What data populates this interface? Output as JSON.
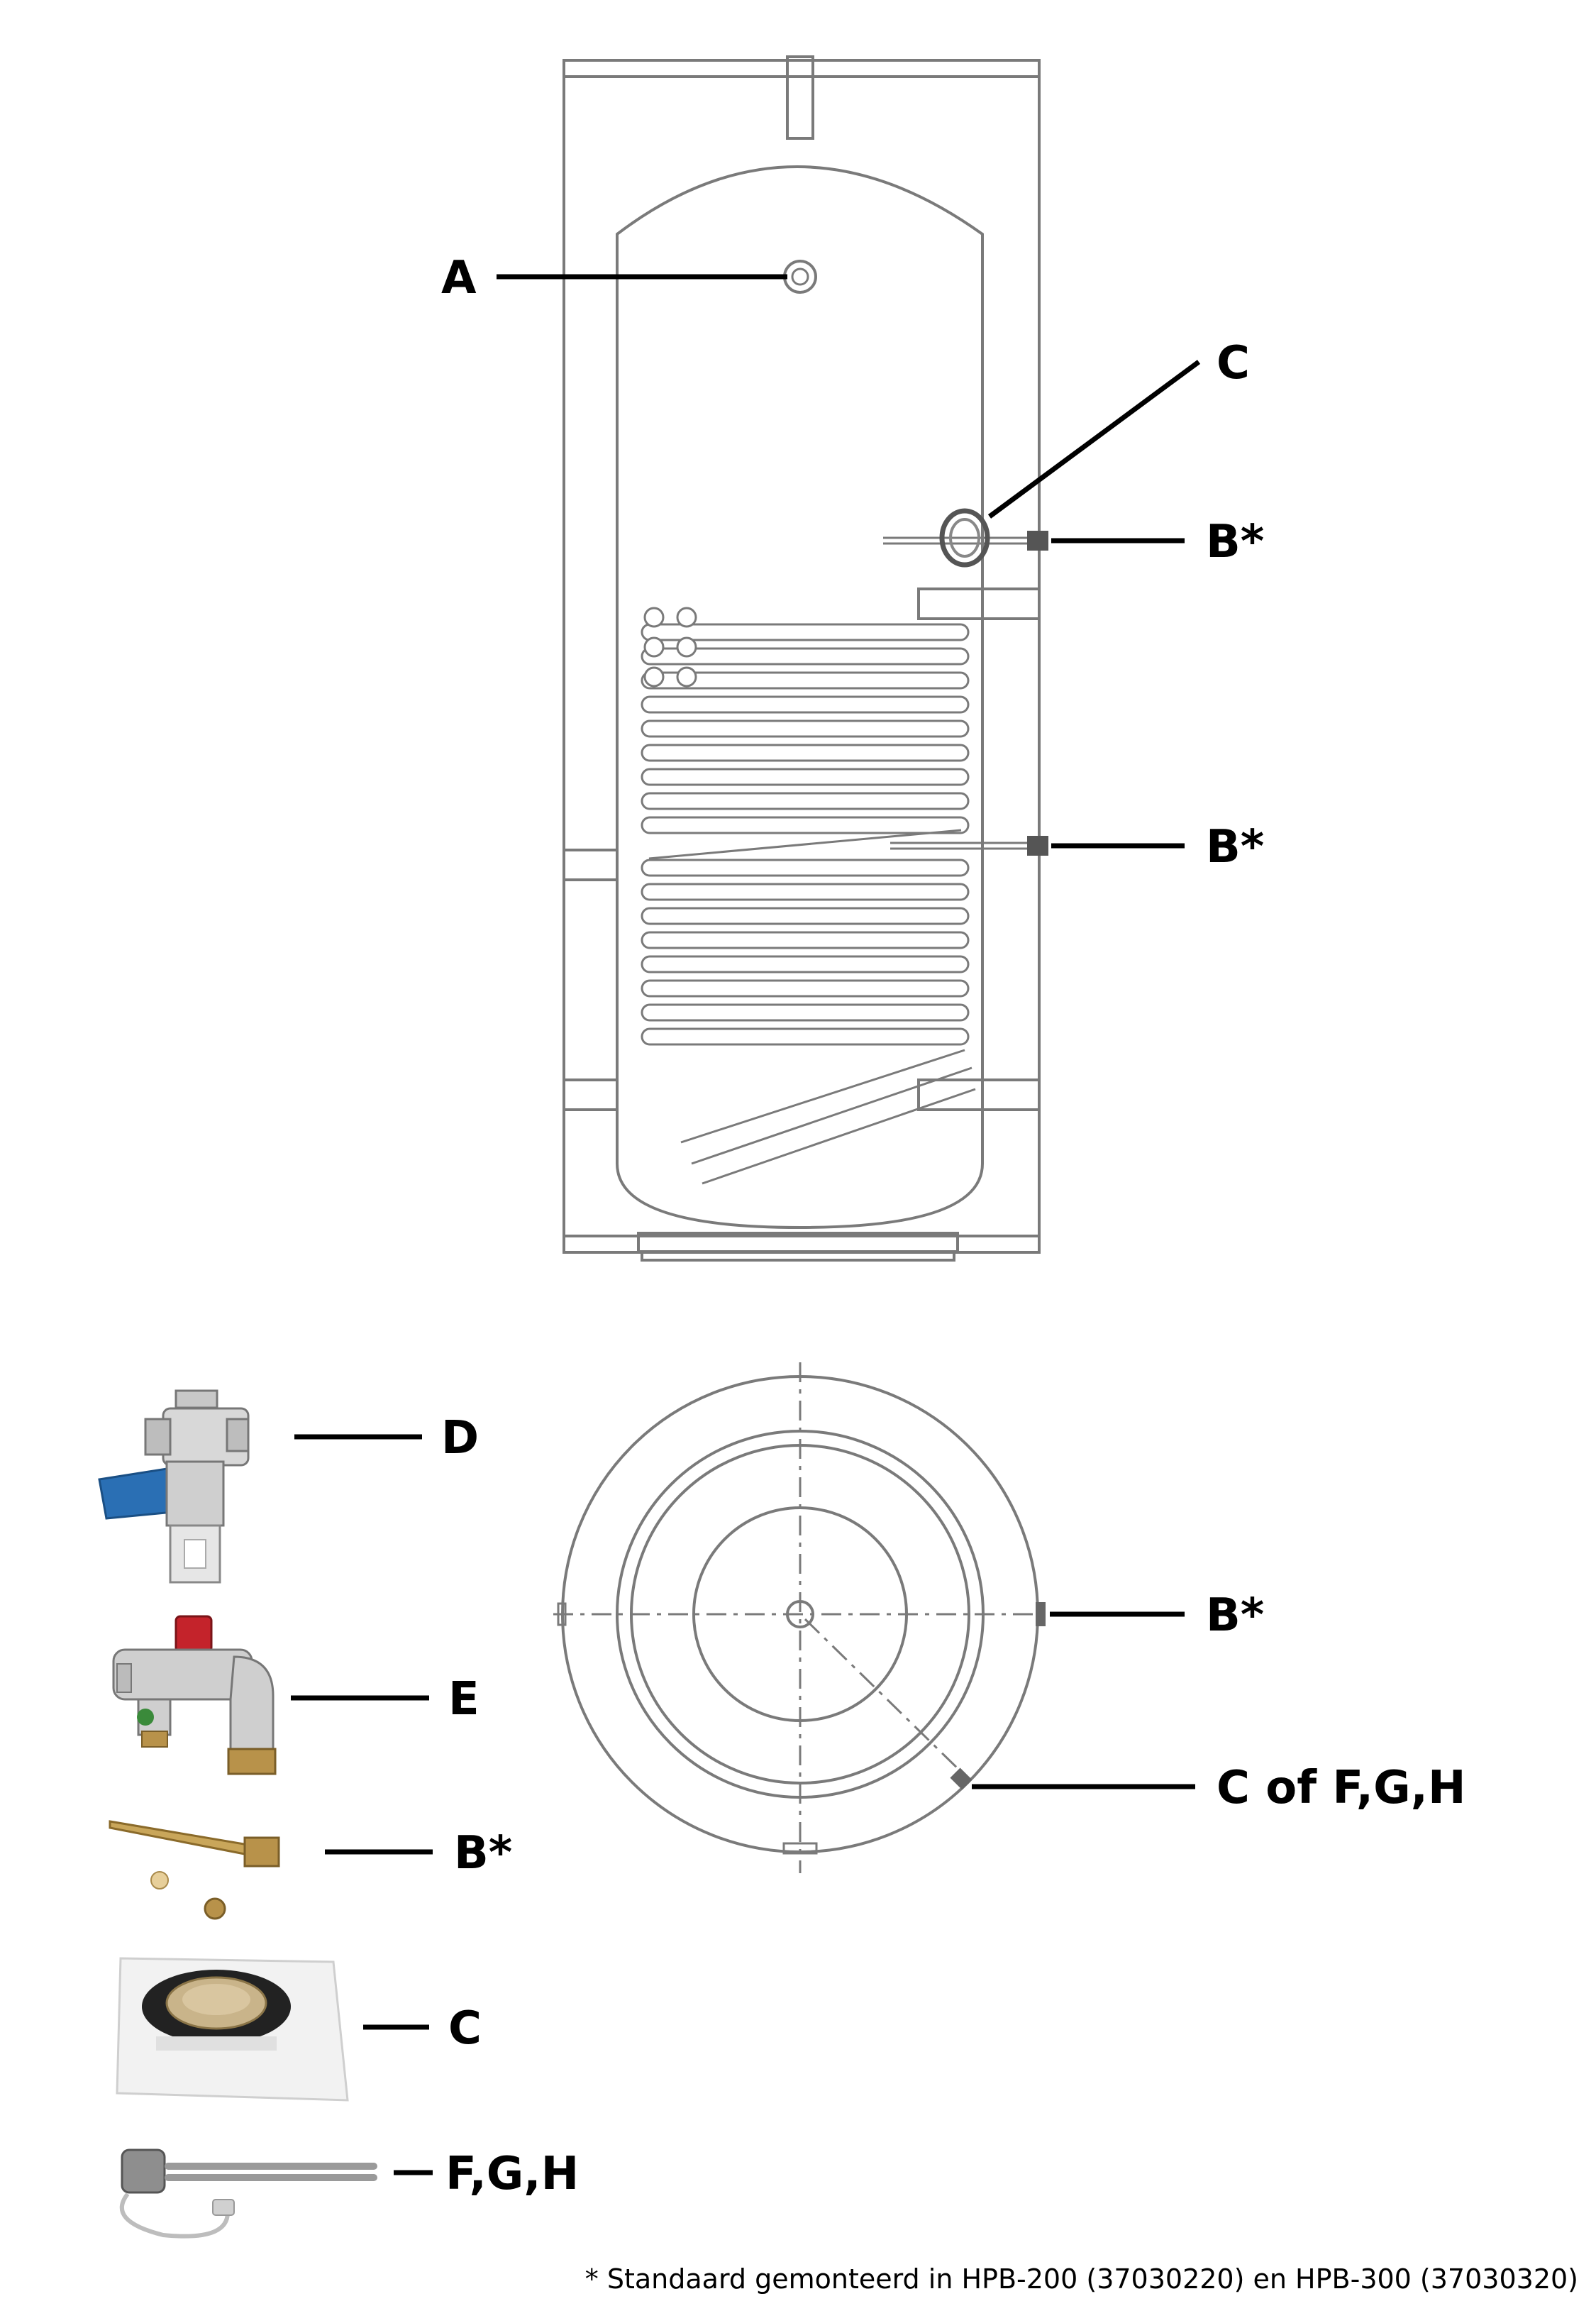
{
  "labels": {
    "a": "A",
    "c_top": "C",
    "b_top": "B*",
    "b_mid": "B*",
    "d": "D",
    "e": "E",
    "b_circle": "B*",
    "c_circle": "C of F,G,H",
    "b_part": "B*",
    "c_part": "C",
    "fgh_part": "F,G,H"
  },
  "footnote": "* Standaard gemonteerd in HPB-200 (37030220) en HPB-300 (37030320)",
  "colors": {
    "outline": "#7a7a7a",
    "leader": "#000000",
    "valve_blue": "#2a6fb4",
    "valve_red": "#c4232b",
    "brass": "#b8924a"
  }
}
